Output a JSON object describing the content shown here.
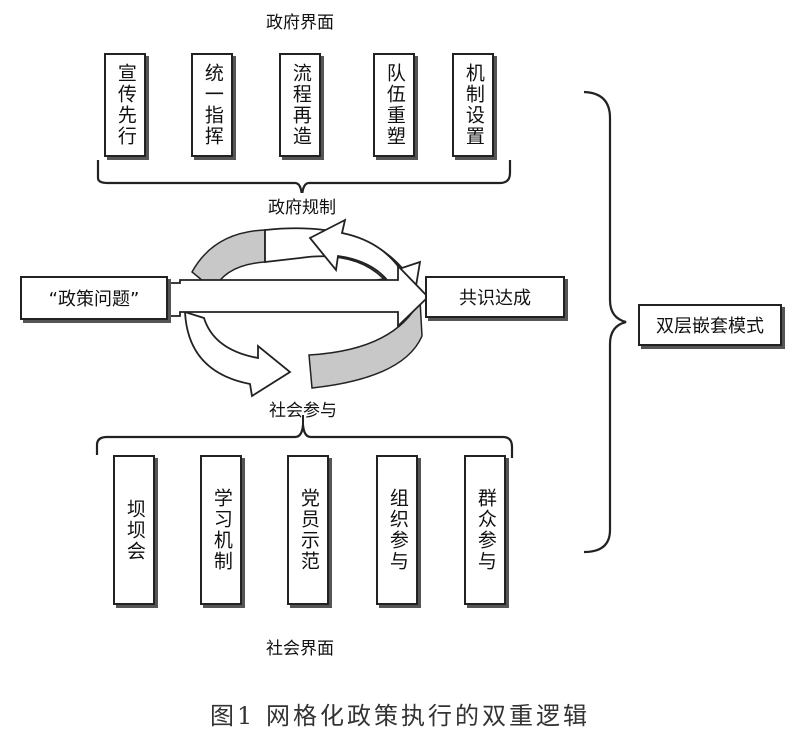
{
  "top_title": "政府界面",
  "top_boxes": [
    "宣传先行",
    "统一指挥",
    "流程再造",
    "队伍重塑",
    "机制设置"
  ],
  "gov_label": "政府规制",
  "policy_problem": "“政策问题”",
  "consensus": "共识达成",
  "social_label": "社会参与",
  "bottom_boxes": [
    "坝坝会",
    "学习机制",
    "党员示范",
    "组织参与",
    "群众参与"
  ],
  "bottom_title": "社会界面",
  "model": "双层嵌套模式",
  "caption": "图1   网格化政策执行的双重逻辑"
}
